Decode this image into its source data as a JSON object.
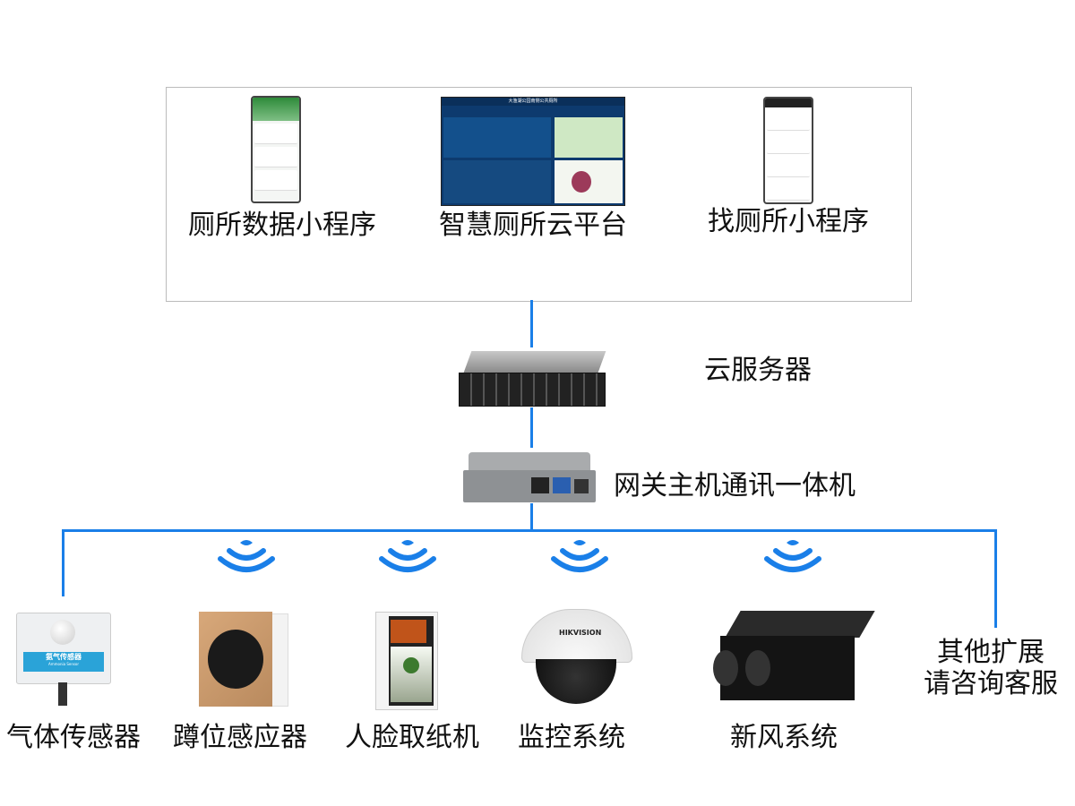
{
  "cloud_apps": [
    {
      "label": "厕所数据小程序"
    },
    {
      "label": "智慧厕所云平台"
    },
    {
      "label": "找厕所小程序"
    }
  ],
  "dashboard_title": "大渔湖公园南侧公共厕所",
  "server": {
    "label": "云服务器"
  },
  "gateway": {
    "label": "网关主机通讯一体机"
  },
  "devices": [
    {
      "label": "气体传感器",
      "device_text": "氨气传感器",
      "device_subtext": "Ammonia Sensor"
    },
    {
      "label": "蹲位感应器"
    },
    {
      "label": "人脸取纸机"
    },
    {
      "label": "监控系统",
      "device_text": "HIKVISION"
    },
    {
      "label": "新风系统"
    }
  ],
  "other": {
    "line1": "其他扩展",
    "line2": "请咨询客服"
  },
  "colors": {
    "line": "#1a7fe8",
    "box_border": "#bbbbbb"
  }
}
